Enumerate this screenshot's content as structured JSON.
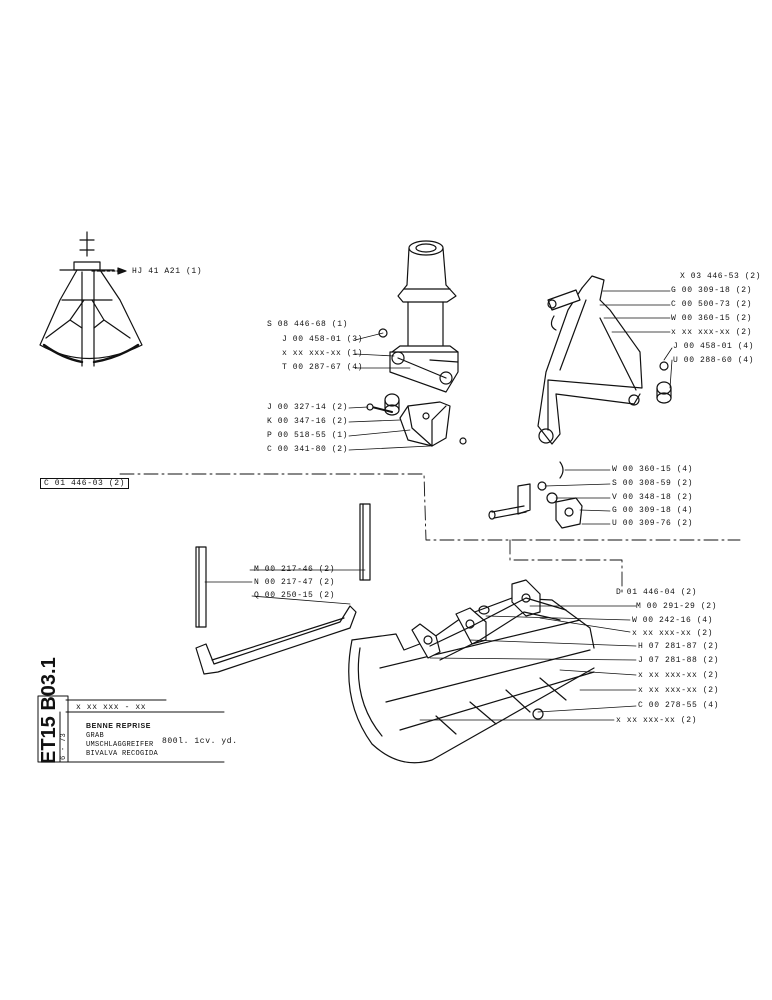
{
  "grab_labels": {
    "hj": "HJ 41 A21 (1)"
  },
  "pedestal_labels": {
    "l1": "S 08 446-68 (1)",
    "l2": "J 00 458-01 (3)",
    "l3": "x xx xxx-xx (1)",
    "l4": "T 00 287-67 (4)"
  },
  "bracket_labels": {
    "l1": "J 00 327-14 (2)",
    "l2": "K 00 347-16 (2)",
    "l3": "P 00 518-55 (1)",
    "l4": "C 00 341-80 (2)"
  },
  "arm_labels": {
    "l1": "X 03 446-53 (2)",
    "l2": "G 00 309-18 (2)",
    "l3": "C 00 500-73 (2)",
    "l4": "W 00 360-15 (2)",
    "l5": "x xx xxx-xx (2)",
    "l6": "J 00 458-01 (4)",
    "l7": "U 00 288-60 (4)"
  },
  "pin_labels": {
    "l1": "W 00 360-15 (4)",
    "l2": "S 00 308-59 (2)",
    "l3": "V 00 348-18 (2)",
    "l4": "G 00 309-18 (4)",
    "l5": "U 00 309-76 (2)"
  },
  "frame_labels": {
    "group": "C 01 446-03 (2)",
    "l1": "M 00 217-46 (2)",
    "l2": "N 00 217-47 (2)",
    "l3": "Q 00 250-15 (2)"
  },
  "bucket_labels": {
    "group": "D 01 446-04 (2)",
    "l1": "M 00 291-29 (2)",
    "l2": "W 00 242-16 (4)",
    "l3": "x xx xxx-xx (2)",
    "l4": "H 07 281-87 (2)",
    "l5": "J 07 281-88 (2)",
    "l6": "x xx xxx-xx (2)",
    "l7": "x xx xxx-xx (2)",
    "l8": "C 00 278-55 (4)",
    "l9": "x xx xxx-xx (2)"
  },
  "title_block": {
    "part_no": "x xx xxx - xx",
    "fr": "BENNE REPRISE",
    "en": "GRAB",
    "de": "UMSCHLAGGREIFER",
    "es": "BIVALVA RECOGIDA",
    "capacity": "800l.  1cv. yd.",
    "side_code": "ET15  B03.1",
    "date": "6 - 73"
  }
}
